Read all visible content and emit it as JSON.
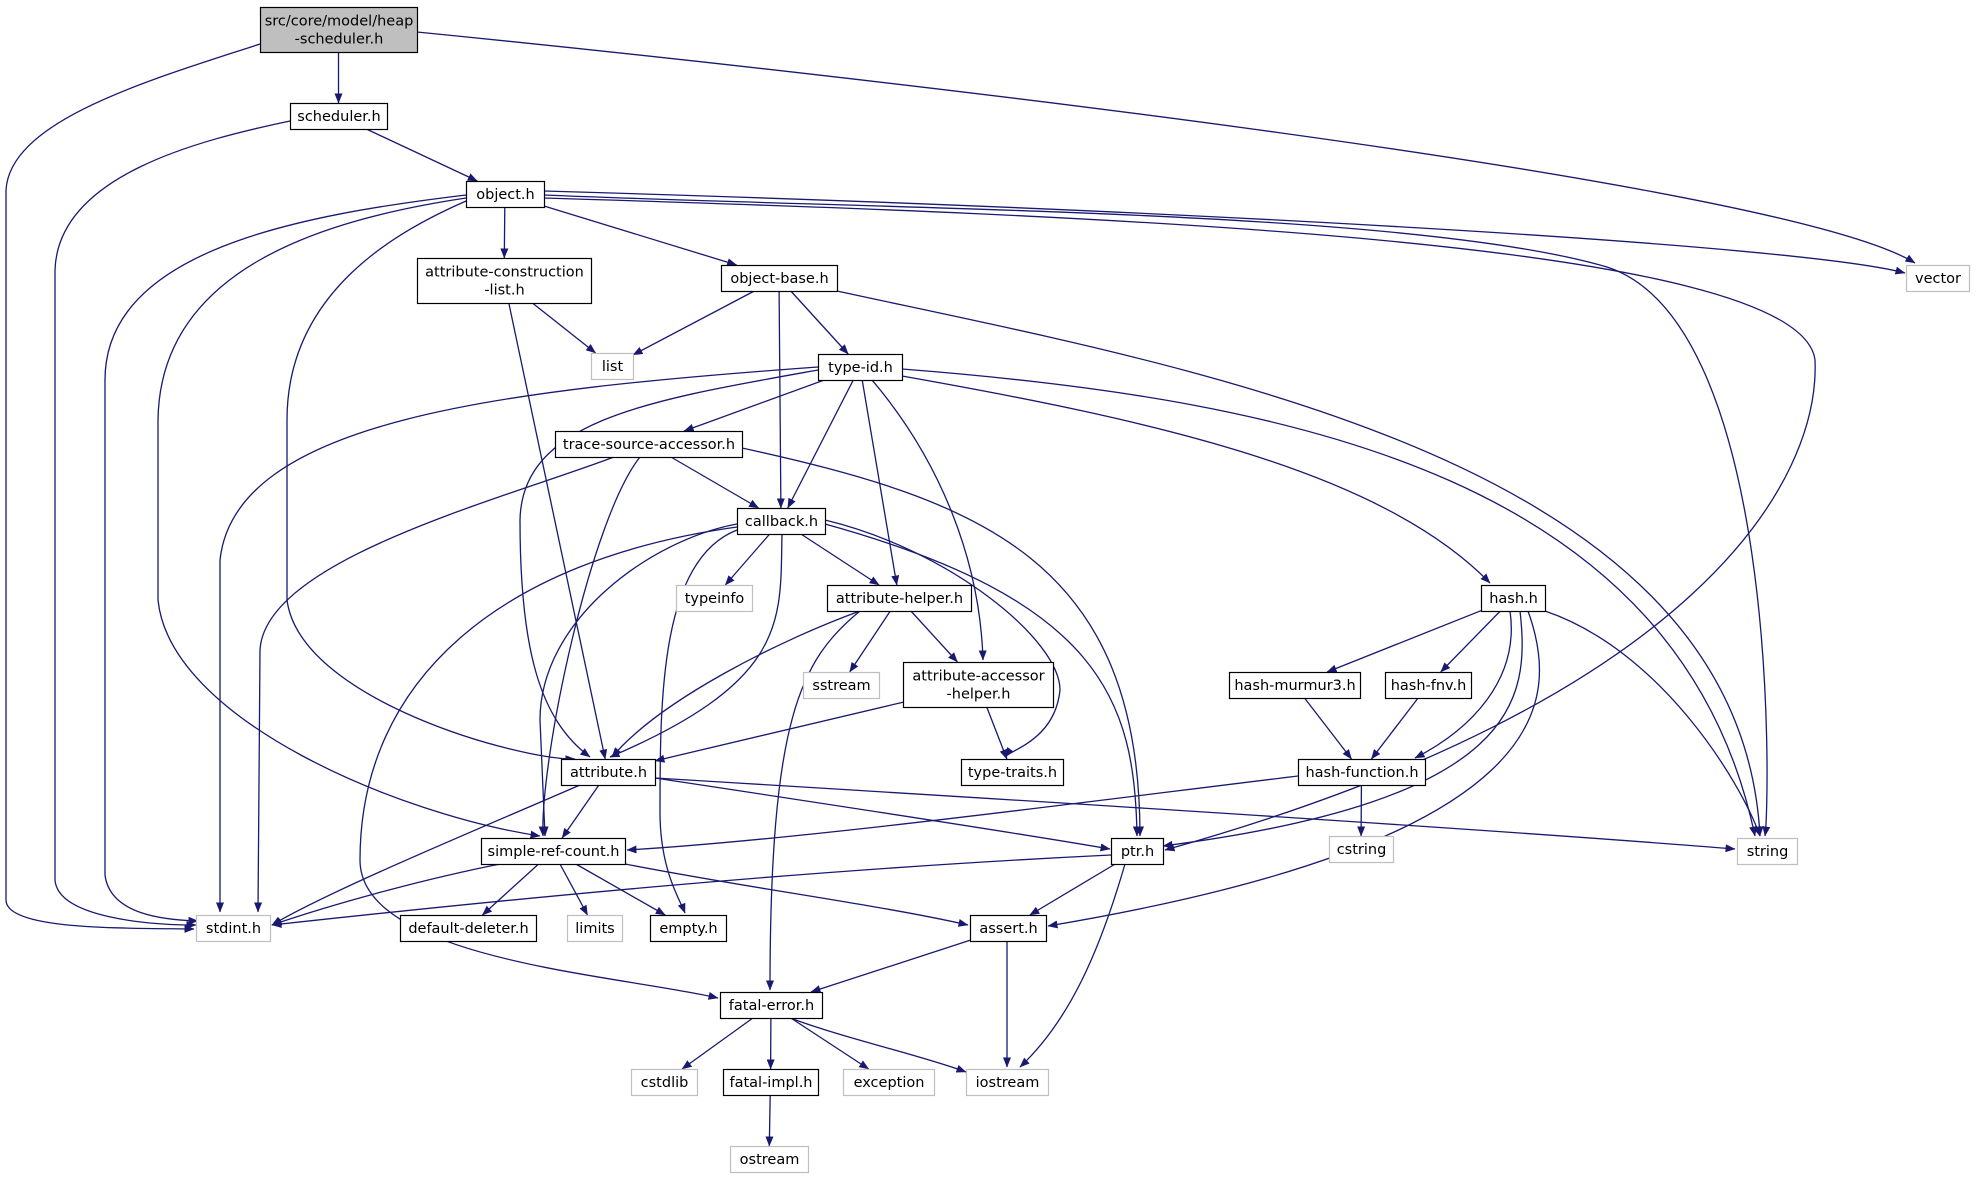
{
  "style": {
    "edge_color": "#191970",
    "node_border": "#000000",
    "external_border": "#bfbfbf",
    "root_fill": "#bfbfbf",
    "node_fill": "#ffffff"
  },
  "nodes": [
    {
      "id": "root",
      "lines": [
        "src/core/model/heap",
        "-scheduler.h"
      ],
      "kind": "root"
    },
    {
      "id": "scheduler",
      "lines": [
        "scheduler.h"
      ],
      "kind": "file"
    },
    {
      "id": "object",
      "lines": [
        "object.h"
      ],
      "kind": "file"
    },
    {
      "id": "vector",
      "lines": [
        "vector"
      ],
      "kind": "external"
    },
    {
      "id": "attr_cons",
      "lines": [
        "attribute-construction",
        "-list.h"
      ],
      "kind": "file"
    },
    {
      "id": "object_base",
      "lines": [
        "object-base.h"
      ],
      "kind": "file"
    },
    {
      "id": "list",
      "lines": [
        "list"
      ],
      "kind": "external"
    },
    {
      "id": "type_id",
      "lines": [
        "type-id.h"
      ],
      "kind": "file"
    },
    {
      "id": "trace_src",
      "lines": [
        "trace-source-accessor.h"
      ],
      "kind": "file"
    },
    {
      "id": "callback",
      "lines": [
        "callback.h"
      ],
      "kind": "file"
    },
    {
      "id": "typeinfo",
      "lines": [
        "typeinfo"
      ],
      "kind": "external"
    },
    {
      "id": "attr_helper",
      "lines": [
        "attribute-helper.h"
      ],
      "kind": "file"
    },
    {
      "id": "hash",
      "lines": [
        "hash.h"
      ],
      "kind": "file"
    },
    {
      "id": "sstream",
      "lines": [
        "sstream"
      ],
      "kind": "external"
    },
    {
      "id": "attr_acc",
      "lines": [
        "attribute-accessor",
        "-helper.h"
      ],
      "kind": "file"
    },
    {
      "id": "hash_murmur",
      "lines": [
        "hash-murmur3.h"
      ],
      "kind": "file"
    },
    {
      "id": "hash_fnv",
      "lines": [
        "hash-fnv.h"
      ],
      "kind": "file"
    },
    {
      "id": "attribute",
      "lines": [
        "attribute.h"
      ],
      "kind": "file"
    },
    {
      "id": "type_traits",
      "lines": [
        "type-traits.h"
      ],
      "kind": "file"
    },
    {
      "id": "hash_func",
      "lines": [
        "hash-function.h"
      ],
      "kind": "file"
    },
    {
      "id": "simple_ref",
      "lines": [
        "simple-ref-count.h"
      ],
      "kind": "file"
    },
    {
      "id": "ptr",
      "lines": [
        "ptr.h"
      ],
      "kind": "file"
    },
    {
      "id": "cstring",
      "lines": [
        "cstring"
      ],
      "kind": "external"
    },
    {
      "id": "string",
      "lines": [
        "string"
      ],
      "kind": "external"
    },
    {
      "id": "stdint",
      "lines": [
        "stdint.h"
      ],
      "kind": "external"
    },
    {
      "id": "default_del",
      "lines": [
        "default-deleter.h"
      ],
      "kind": "file"
    },
    {
      "id": "limits",
      "lines": [
        "limits"
      ],
      "kind": "external"
    },
    {
      "id": "empty",
      "lines": [
        "empty.h"
      ],
      "kind": "file"
    },
    {
      "id": "assert",
      "lines": [
        "assert.h"
      ],
      "kind": "file"
    },
    {
      "id": "fatal_error",
      "lines": [
        "fatal-error.h"
      ],
      "kind": "file"
    },
    {
      "id": "cstdlib",
      "lines": [
        "cstdlib"
      ],
      "kind": "external"
    },
    {
      "id": "fatal_impl",
      "lines": [
        "fatal-impl.h"
      ],
      "kind": "file"
    },
    {
      "id": "exception",
      "lines": [
        "exception"
      ],
      "kind": "external"
    },
    {
      "id": "iostream",
      "lines": [
        "iostream"
      ],
      "kind": "external"
    },
    {
      "id": "ostream",
      "lines": [
        "ostream"
      ],
      "kind": "external"
    }
  ],
  "edges": [
    [
      "root",
      "scheduler"
    ],
    [
      "root",
      "stdint"
    ],
    [
      "root",
      "vector"
    ],
    [
      "scheduler",
      "object"
    ],
    [
      "scheduler",
      "stdint"
    ],
    [
      "object",
      "attr_cons"
    ],
    [
      "object",
      "object_base"
    ],
    [
      "object",
      "vector"
    ],
    [
      "object",
      "string"
    ],
    [
      "object",
      "ptr"
    ],
    [
      "object",
      "stdint"
    ],
    [
      "object",
      "simple_ref"
    ],
    [
      "object",
      "attribute"
    ],
    [
      "attr_cons",
      "list"
    ],
    [
      "attr_cons",
      "attribute"
    ],
    [
      "object_base",
      "list"
    ],
    [
      "object_base",
      "type_id"
    ],
    [
      "object_base",
      "callback"
    ],
    [
      "object_base",
      "string"
    ],
    [
      "type_id",
      "trace_src"
    ],
    [
      "type_id",
      "callback"
    ],
    [
      "type_id",
      "attr_helper"
    ],
    [
      "type_id",
      "attr_acc"
    ],
    [
      "type_id",
      "hash"
    ],
    [
      "type_id",
      "string"
    ],
    [
      "type_id",
      "stdint"
    ],
    [
      "type_id",
      "attribute"
    ],
    [
      "trace_src",
      "callback"
    ],
    [
      "trace_src",
      "ptr"
    ],
    [
      "trace_src",
      "simple_ref"
    ],
    [
      "trace_src",
      "stdint"
    ],
    [
      "callback",
      "typeinfo"
    ],
    [
      "callback",
      "attr_helper"
    ],
    [
      "callback",
      "ptr"
    ],
    [
      "callback",
      "type_traits"
    ],
    [
      "callback",
      "attribute"
    ],
    [
      "callback",
      "simple_ref"
    ],
    [
      "callback",
      "empty"
    ],
    [
      "callback",
      "fatal_error"
    ],
    [
      "attr_helper",
      "sstream"
    ],
    [
      "attr_helper",
      "attr_acc"
    ],
    [
      "attr_helper",
      "attribute"
    ],
    [
      "attr_helper",
      "fatal_error"
    ],
    [
      "attr_acc",
      "attribute"
    ],
    [
      "attr_acc",
      "type_traits"
    ],
    [
      "hash",
      "hash_murmur"
    ],
    [
      "hash",
      "hash_fnv"
    ],
    [
      "hash",
      "hash_func"
    ],
    [
      "hash",
      "ptr"
    ],
    [
      "hash",
      "assert"
    ],
    [
      "hash",
      "string"
    ],
    [
      "hash_murmur",
      "hash_func"
    ],
    [
      "hash_fnv",
      "hash_func"
    ],
    [
      "hash_func",
      "cstring"
    ],
    [
      "hash_func",
      "simple_ref"
    ],
    [
      "attribute",
      "simple_ref"
    ],
    [
      "attribute",
      "ptr"
    ],
    [
      "attribute",
      "string"
    ],
    [
      "attribute",
      "stdint"
    ],
    [
      "simple_ref",
      "stdint"
    ],
    [
      "simple_ref",
      "default_del"
    ],
    [
      "simple_ref",
      "limits"
    ],
    [
      "simple_ref",
      "empty"
    ],
    [
      "simple_ref",
      "assert"
    ],
    [
      "ptr",
      "assert"
    ],
    [
      "ptr",
      "iostream"
    ],
    [
      "ptr",
      "stdint"
    ],
    [
      "assert",
      "fatal_error"
    ],
    [
      "assert",
      "iostream"
    ],
    [
      "fatal_error",
      "cstdlib"
    ],
    [
      "fatal_error",
      "fatal_impl"
    ],
    [
      "fatal_error",
      "exception"
    ],
    [
      "fatal_error",
      "iostream"
    ],
    [
      "fatal_impl",
      "ostream"
    ]
  ]
}
